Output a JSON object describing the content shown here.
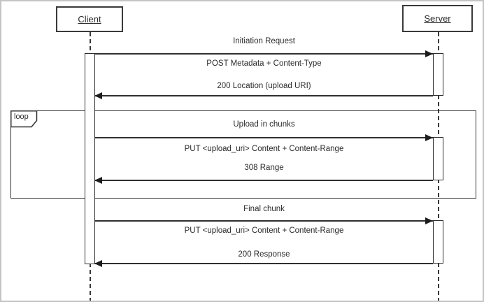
{
  "diagram": {
    "type": "uml-sequence",
    "actors": [
      {
        "name": "Client"
      },
      {
        "name": "Server"
      }
    ],
    "fragment": {
      "label": "loop"
    },
    "sections": [
      {
        "title": "Initiation Request",
        "request": "POST Metadata + Content-Type",
        "response": "200 Location (upload URI)",
        "in_loop": false
      },
      {
        "title": "Upload in chunks",
        "request": "PUT <upload_uri> Content + Content-Range",
        "response": "308 Range",
        "in_loop": true
      },
      {
        "title": "Final chunk",
        "request": "PUT <upload_uri> Content + Content-Range",
        "response": "200 Response",
        "in_loop": false
      }
    ],
    "icons": {
      "request_arrow": "filled-right-arrowhead",
      "response_arrow": "filled-left-arrowhead"
    },
    "colors": {
      "line": "#2f2f2f",
      "background": "#ffffff",
      "frame_border": "#c4c4c4"
    }
  }
}
